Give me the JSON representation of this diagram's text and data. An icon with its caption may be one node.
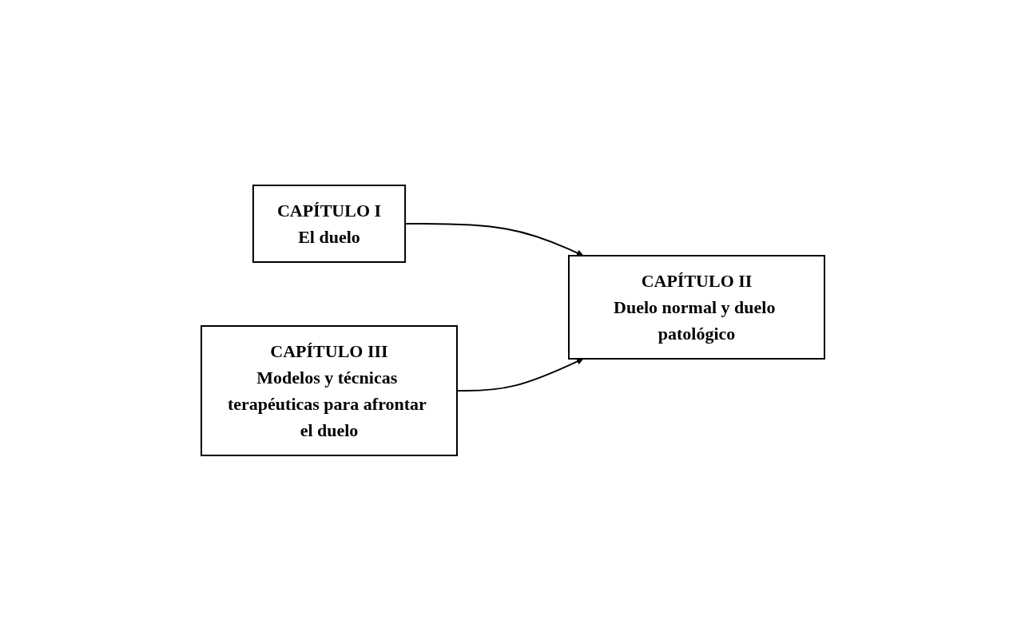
{
  "diagram": {
    "nodes": [
      {
        "text": [
          "CAPÍTULO I",
          "El duelo"
        ]
      },
      {
        "text": [
          "CAPÍTULO II",
          "Duelo normal y duelo patológico"
        ]
      },
      {
        "text": [
          "CAPÍTULO III",
          "Modelos y técnicas terapéuticas para afrontar el duelo"
        ]
      }
    ],
    "edges": [
      {
        "from": 0,
        "to": 1,
        "arrow": "to"
      },
      {
        "from": 2,
        "to": 1,
        "arrow": "to"
      }
    ]
  }
}
